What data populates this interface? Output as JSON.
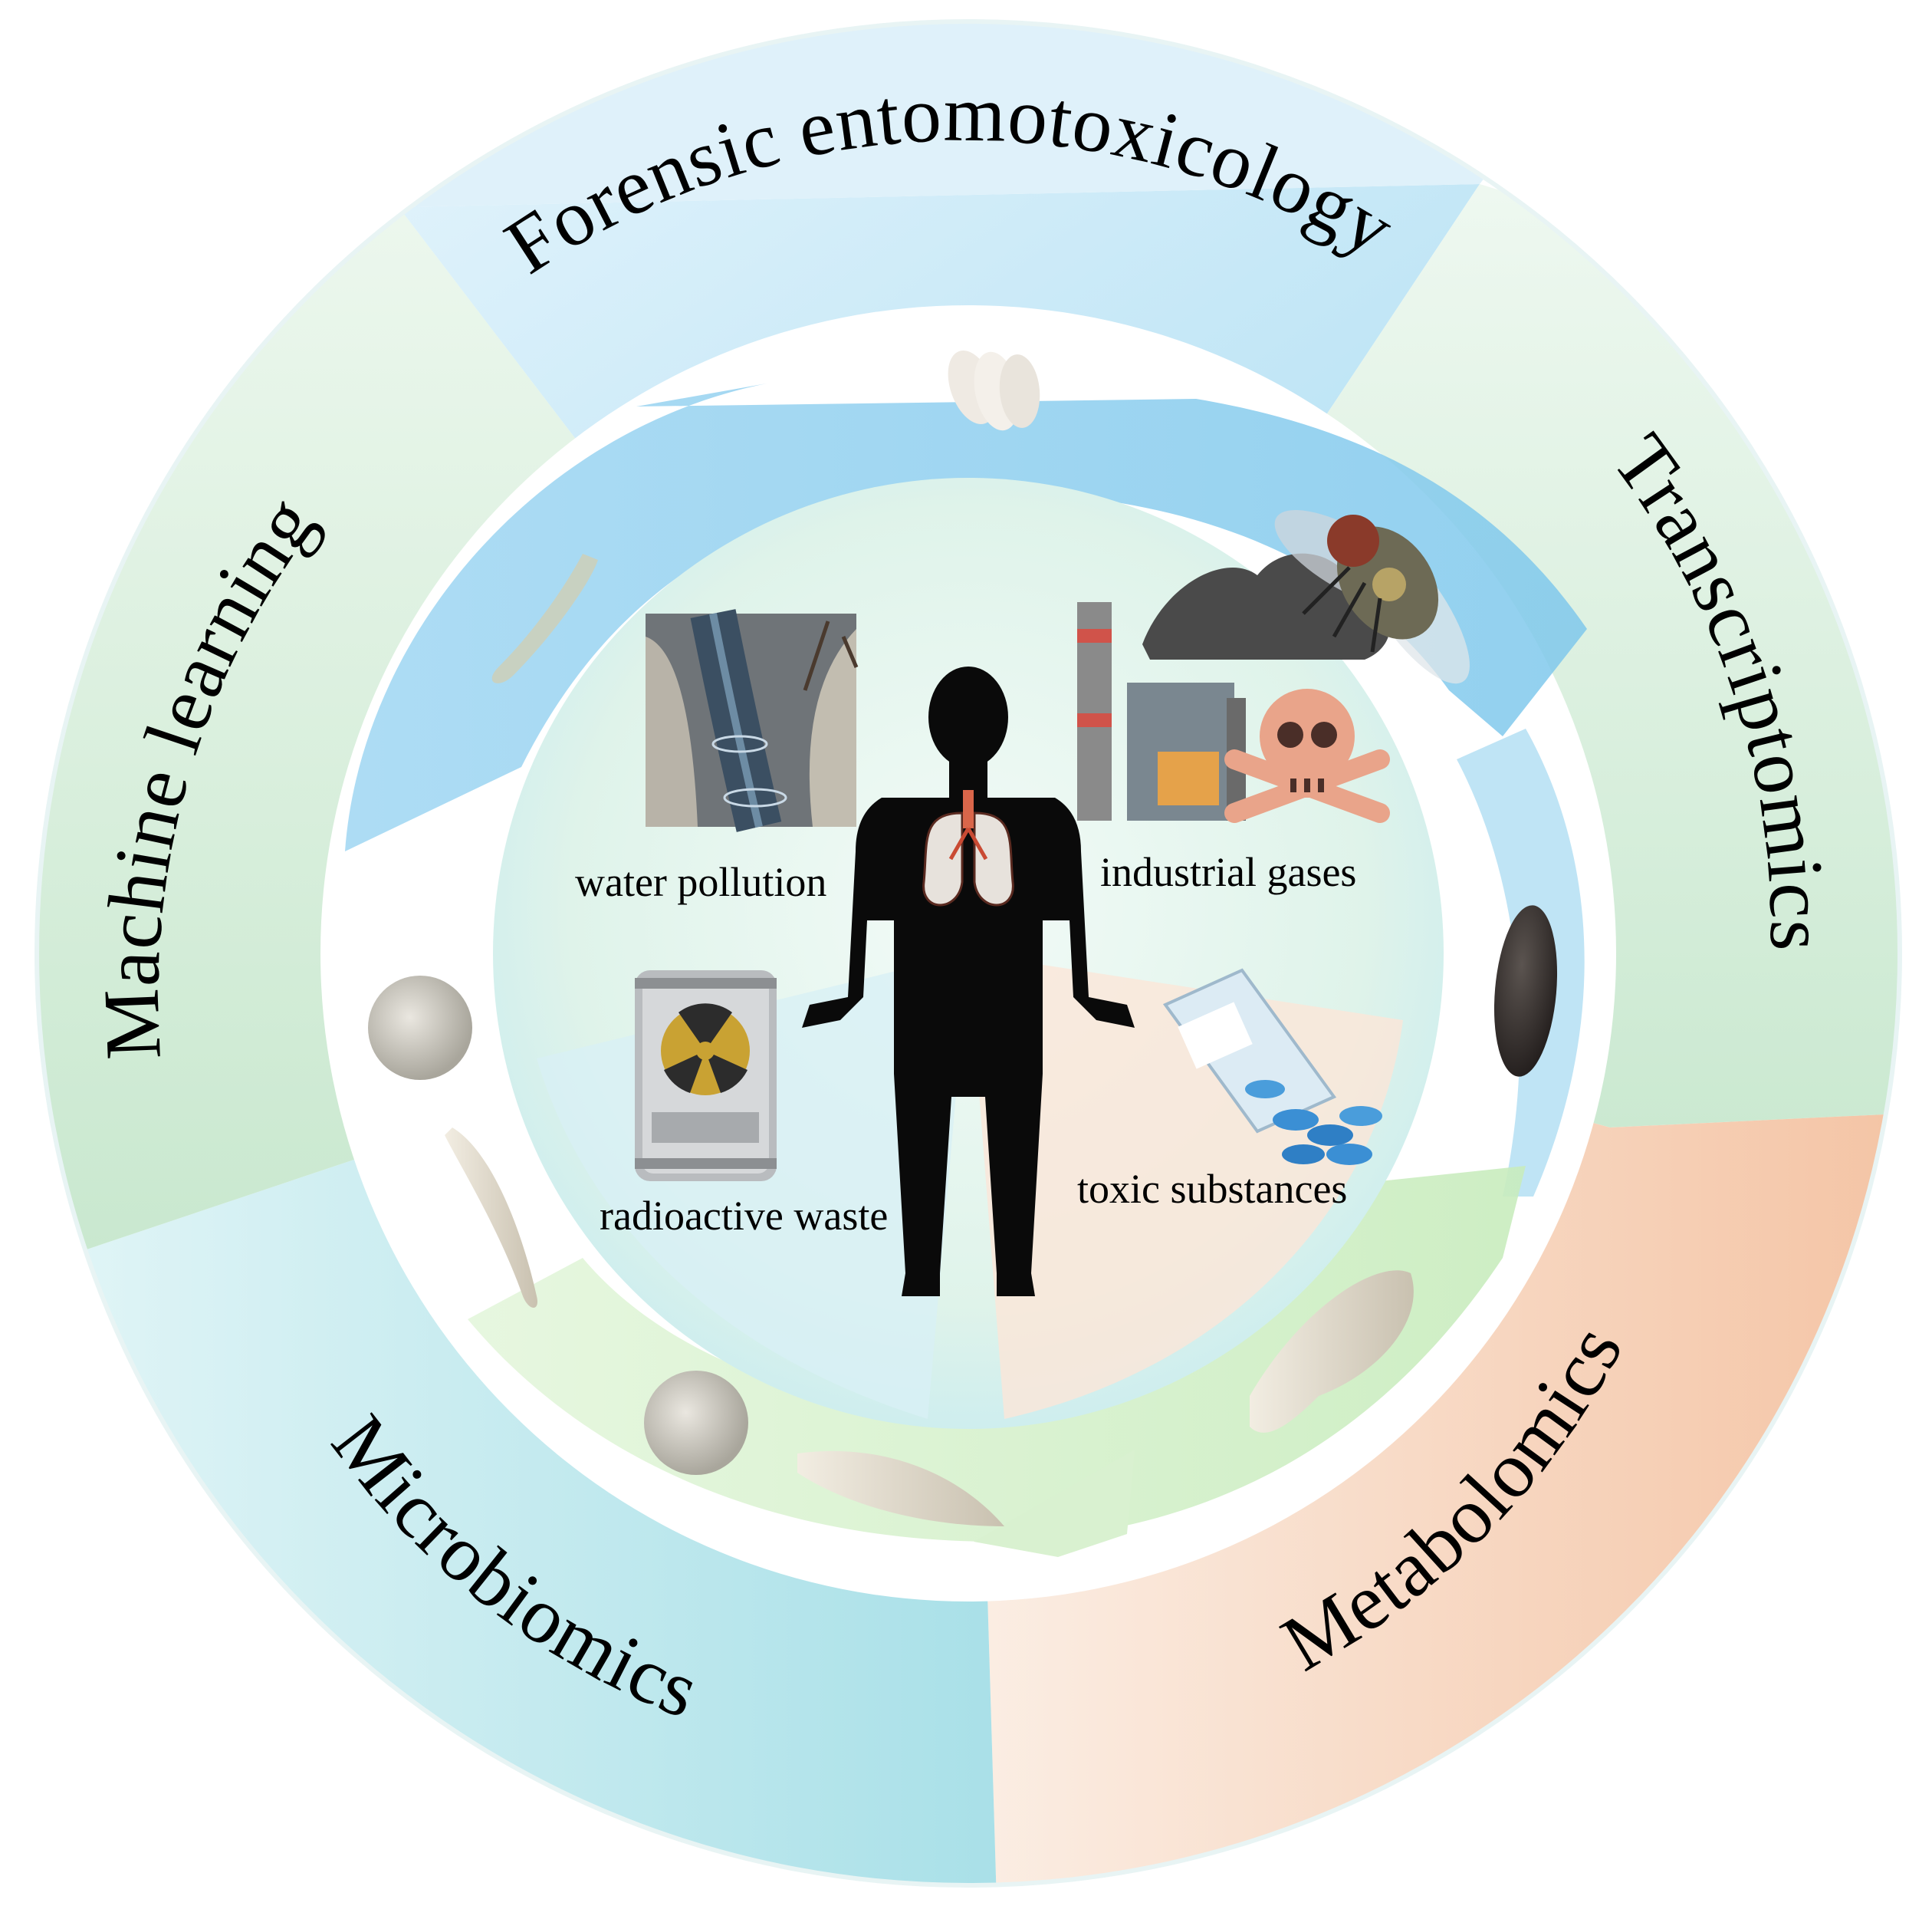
{
  "sectors": [
    {
      "label": "Forensic entomotoxicology",
      "color_from": "#b9e3f5",
      "color_to": "#dff1fa"
    },
    {
      "label": "Transcriptomics",
      "color_from": "#d5efd9",
      "color_to": "#e9f6ec"
    },
    {
      "label": "Metabolomics",
      "color_from": "#f6cdb2",
      "color_to": "#fbe7da"
    },
    {
      "label": "Microbiomics",
      "color_from": "#b8e6ea",
      "color_to": "#def3f4"
    },
    {
      "label": "Machine learning",
      "color_from": "#cfead3",
      "color_to": "#e8f5ea"
    }
  ],
  "center": {
    "water": "water pollution",
    "industrial": "industrial gases",
    "radioactive": "radioactive waste",
    "toxic": "toxic substances"
  },
  "icons": [
    "human-body-silhouette",
    "lungs",
    "polluted-stream",
    "factory-smokestacks",
    "skull-and-crossbones",
    "radioactive-barrel",
    "pill-bottle",
    "fly",
    "egg",
    "larva",
    "pupa"
  ],
  "colors": {
    "inner_blue": "#8fd0f0",
    "inner_green": "#cdeec8",
    "inner_peach": "#fbe4d6",
    "silhouette": "#0a0a0a"
  }
}
